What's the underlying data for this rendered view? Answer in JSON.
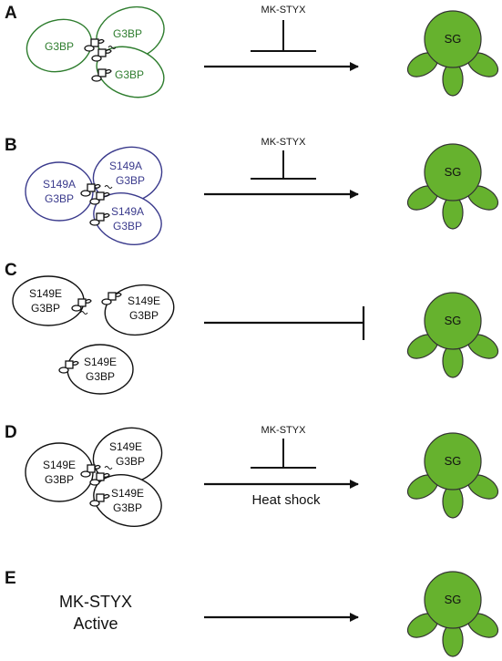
{
  "panels": [
    {
      "letter": "A",
      "cells": [
        "G3BP",
        "G3BP",
        "G3BP"
      ],
      "inhibitor": "MK-STYX",
      "relation": "promotes",
      "sg": "SG"
    },
    {
      "letter": "B",
      "cells": [
        [
          "S149A",
          "G3BP"
        ],
        [
          "S149A",
          "G3BP"
        ],
        [
          "S149A",
          "G3BP"
        ]
      ],
      "inhibitor": "MK-STYX",
      "relation": "promotes",
      "sg": "SG"
    },
    {
      "letter": "C",
      "cells": [
        [
          "S149E",
          "G3BP"
        ],
        [
          "S149E",
          "G3BP"
        ],
        [
          "S149E",
          "G3BP"
        ]
      ],
      "relation": "blocked",
      "sg": "SG"
    },
    {
      "letter": "D",
      "cells": [
        [
          "S149E",
          "G3BP"
        ],
        [
          "S149E",
          "G3BP"
        ],
        [
          "S149E",
          "G3BP"
        ]
      ],
      "inhibitor": "MK-STYX",
      "arrow_label": "Heat shock",
      "relation": "promotes",
      "sg": "SG"
    },
    {
      "letter": "E",
      "source_lines": [
        "MK-STYX",
        "Active"
      ],
      "relation": "promotes",
      "sg": "SG"
    }
  ],
  "colors": {
    "wildtype": "#2e7d2e",
    "s149a": "#3a3a8c",
    "s149e": "#111111",
    "sg_fill": "#66b22e",
    "sg_stroke": "#333333",
    "line": "#111111"
  }
}
